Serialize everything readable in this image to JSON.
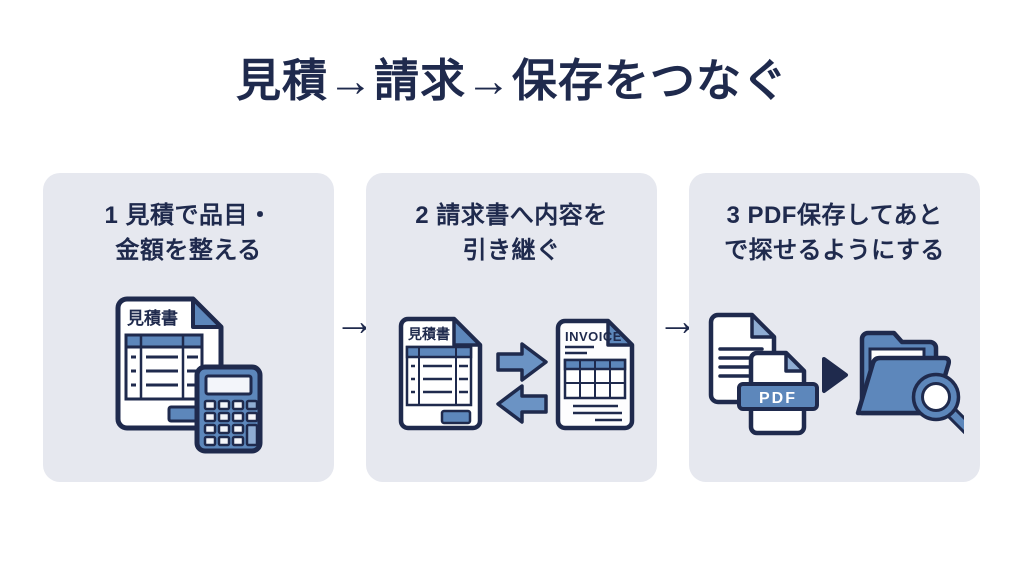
{
  "title": "見積→請求→保存をつなぐ",
  "flow_arrow": "→",
  "colors": {
    "navy": "#1f2a4d",
    "accent_blue": "#5d87bb",
    "card_background": "#e6e8ef",
    "page_background": "#ffffff"
  },
  "steps": [
    {
      "heading_line1": "1 見積で品目・",
      "heading_line2": "金額を整える",
      "doc_label": "見積書",
      "icons": [
        "estimate-document-icon",
        "calculator-icon"
      ]
    },
    {
      "heading_line1": "2 請求書へ内容を",
      "heading_line2": "引き継ぐ",
      "doc_label": "見積書",
      "invoice_label": "INVOICE",
      "icons": [
        "estimate-document-icon",
        "transfer-arrows-icon",
        "invoice-document-icon"
      ]
    },
    {
      "heading_line1": "3 PDF保存してあと",
      "heading_line2": "で探せるようにする",
      "pdf_label": "PDF",
      "icons": [
        "document-icon",
        "pdf-file-icon",
        "triangle-arrow-icon",
        "folder-search-icon"
      ]
    }
  ]
}
